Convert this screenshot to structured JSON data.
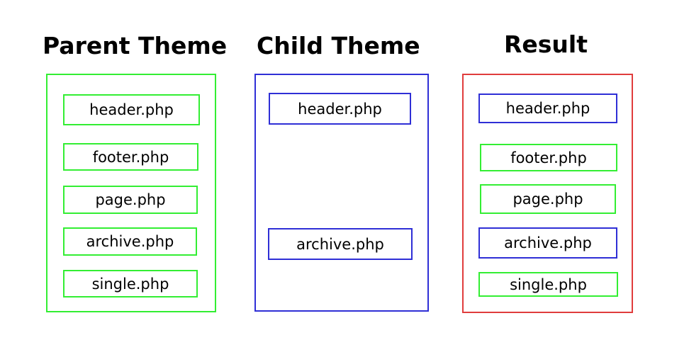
{
  "colors": {
    "parent": "#33ee33",
    "child": "#2f2fd6",
    "result": "#e03c3c"
  },
  "columns": {
    "parent": {
      "title": "Parent Theme",
      "files": [
        "header.php",
        "footer.php",
        "page.php",
        "archive.php",
        "single.php"
      ],
      "sources": [
        "parent",
        "parent",
        "parent",
        "parent",
        "parent"
      ]
    },
    "child": {
      "title": "Child Theme",
      "files": [
        "header.php",
        "archive.php"
      ],
      "sources": [
        "child",
        "child"
      ]
    },
    "result": {
      "title": "Result",
      "files": [
        "header.php",
        "footer.php",
        "page.php",
        "archive.php",
        "single.php"
      ],
      "sources": [
        "child",
        "parent",
        "parent",
        "child",
        "parent"
      ]
    }
  }
}
